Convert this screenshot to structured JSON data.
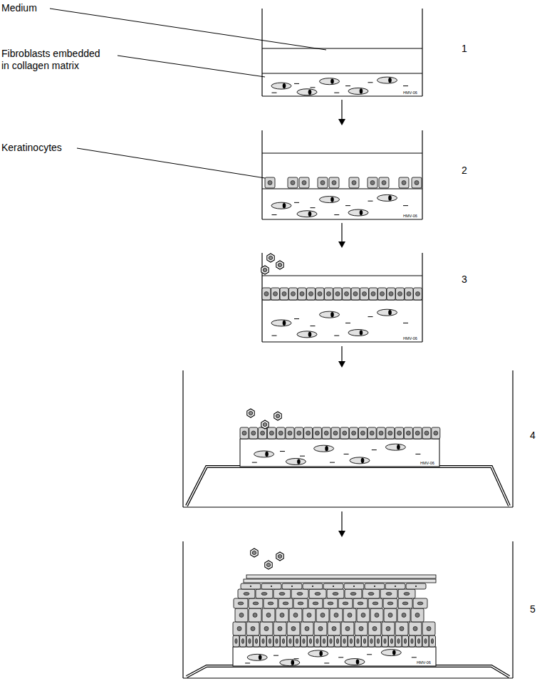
{
  "diagram": {
    "labels": [
      "Medium",
      "Fibroblasts embedded in collagen matrix",
      "Keratinocytes",
      "1",
      "2",
      "3",
      "4",
      "5",
      "HMV-06",
      "HMV-06",
      "HMV-06",
      "HMV-06",
      "HMV-06"
    ]
  }
}
